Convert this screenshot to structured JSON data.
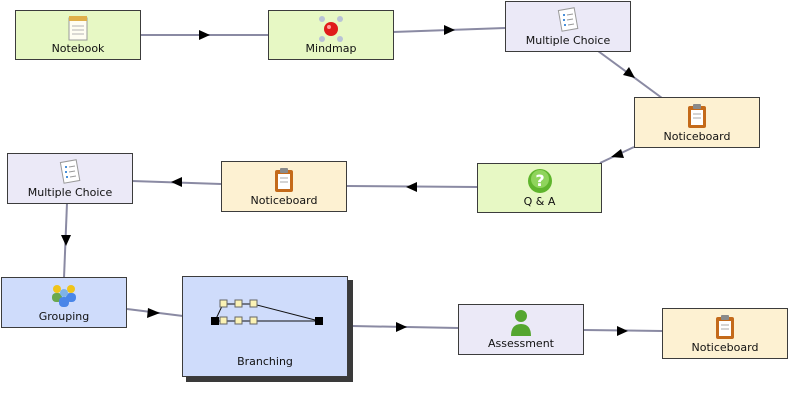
{
  "nodes": {
    "notebook": {
      "label": "Notebook"
    },
    "mindmap": {
      "label": "Mindmap"
    },
    "mc1": {
      "label": "Multiple Choice"
    },
    "notice1": {
      "label": "Noticeboard"
    },
    "qa": {
      "label": "Q & A"
    },
    "notice2": {
      "label": "Noticeboard"
    },
    "mc2": {
      "label": "Multiple Choice"
    },
    "grouping": {
      "label": "Grouping"
    },
    "branching": {
      "label": "Branching"
    },
    "assessment": {
      "label": "Assessment"
    },
    "notice3": {
      "label": "Noticeboard"
    }
  },
  "icons": {
    "notebook": "notepad-icon",
    "mindmap": "mindmap-icon",
    "multiple_choice": "checklist-icon",
    "noticeboard": "clipboard-icon",
    "qa": "question-icon",
    "grouping": "people-group-icon",
    "branching": "branching-diagram-icon",
    "assessment": "person-icon"
  },
  "colors": {
    "green_box": "#e7f8c4",
    "lavender_box": "#ebe9f7",
    "cream_box": "#fdf1d2",
    "blue_box": "#cfdcfb",
    "connector": "#8a8aa3",
    "arrowhead": "#000000"
  }
}
